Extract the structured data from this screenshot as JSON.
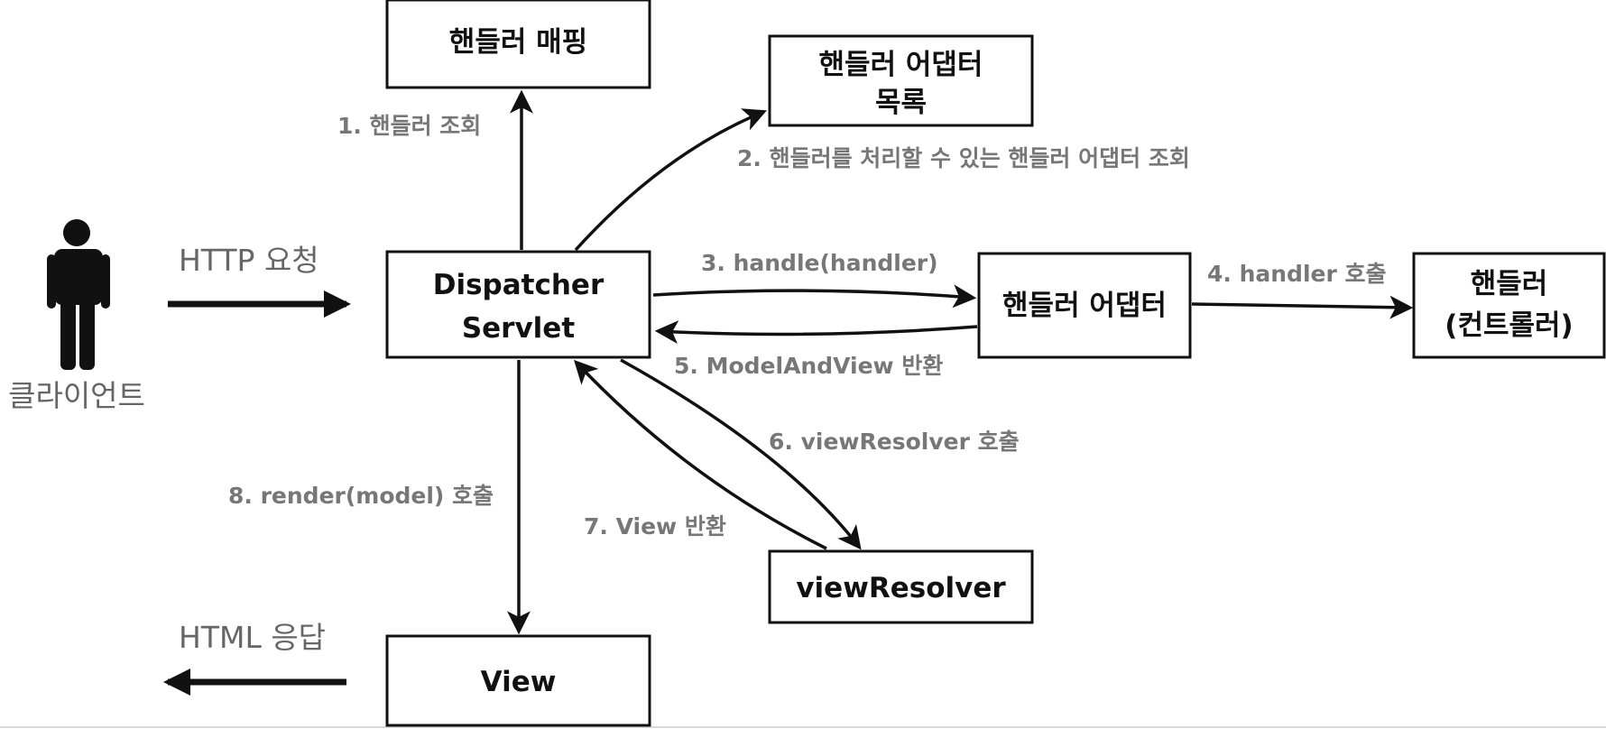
{
  "nodes": {
    "handler_mapping": "핸들러 매핑",
    "handler_adapter_list": [
      "핸들러 어댑터",
      "목록"
    ],
    "dispatcher_servlet": [
      "Dispatcher",
      "Servlet"
    ],
    "handler_adapter": "핸들러 어댑터",
    "handler": [
      "핸들러",
      "(컨트롤러)"
    ],
    "view_resolver": "viewResolver",
    "view": "View"
  },
  "actors": {
    "client": "클라이언트"
  },
  "edges": {
    "http_request": "HTTP 요청",
    "html_response": "HTML 응답",
    "step1": "1. 핸들러 조회",
    "step2": "2. 핸들러를 처리할 수 있는 핸들러 어댑터 조회",
    "step3": "3. handle(handler)",
    "step4": "4. handler 호출",
    "step5": "5. ModelAndView 반환",
    "step6": "6. viewResolver 호출",
    "step7": "7. View 반환",
    "step8": "8. render(model) 호출"
  }
}
